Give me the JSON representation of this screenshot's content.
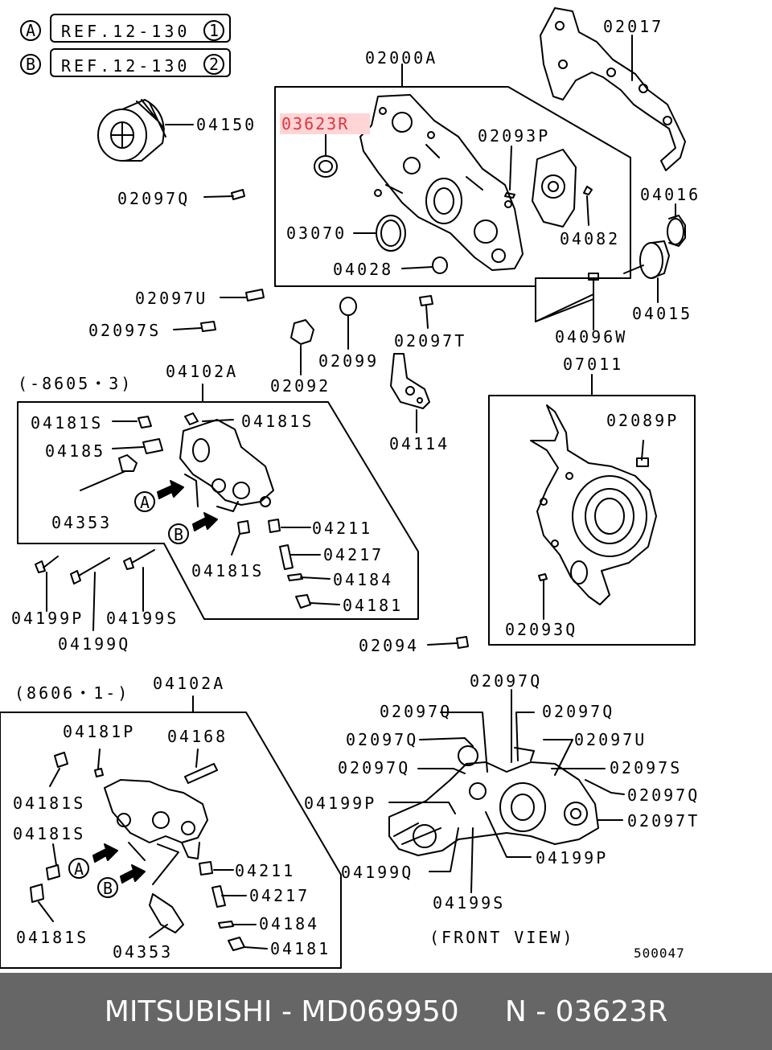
{
  "refs": [
    {
      "letter": "A",
      "text": "REF.12-130",
      "num": "1"
    },
    {
      "letter": "B",
      "text": "REF.12-130",
      "num": "2"
    }
  ],
  "highlight": {
    "label": "03623R",
    "color": "#e8323c",
    "fill": "#ffd5d5"
  },
  "labels": {
    "l_04150": "04150",
    "l_02097Q_top": "02097Q",
    "l_02000A": "02000A",
    "l_02017": "02017",
    "l_02093P": "02093P",
    "l_04016": "04016",
    "l_03070": "03070",
    "l_04082": "04082",
    "l_04028": "04028",
    "l_04015": "04015",
    "l_02097U": "02097U",
    "l_02097S": "02097S",
    "l_04096W": "04096W",
    "l_02097T": "02097T",
    "l_02099": "02099",
    "l_02092": "02092",
    "l_04114": "04114",
    "l_07011": "07011",
    "l_02089P": "02089P",
    "l_02093Q": "02093Q",
    "l_02094": "02094",
    "l_500047": "500047"
  },
  "box1": {
    "range": "(-8605・3)",
    "part": "04102A",
    "labels": [
      "04181S",
      "04181S",
      "04185",
      "04353",
      "04211",
      "04217",
      "04181S",
      "04184",
      "04181"
    ]
  },
  "bolts": [
    "04199P",
    "04199S",
    "04199Q"
  ],
  "box2": {
    "range": "(8606・1-)",
    "part": "04102A",
    "labels": [
      "04181P",
      "04168",
      "04181S",
      "04181S",
      "04211",
      "04217",
      "04184",
      "04181S",
      "04353",
      "04181"
    ]
  },
  "front": {
    "title": "(FRONT VIEW)",
    "labels": [
      "02097Q",
      "02097Q",
      "02097Q",
      "02097Q",
      "02097Q",
      "02097U",
      "02097S",
      "02097Q",
      "02097T",
      "04199P",
      "04199Q",
      "04199S",
      "04199P"
    ]
  },
  "circles": {
    "A": "A",
    "B": "B"
  },
  "footer": {
    "brand": "MITSUBISHI",
    "part_no": "MD069950",
    "ref": "N - 03623R"
  }
}
